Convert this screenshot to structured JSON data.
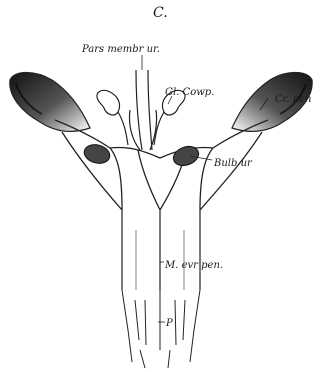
{
  "figure": {
    "panel_letter": "C.",
    "labels": {
      "pars_membr_ur": "Pars membr ur.",
      "gl_cowp": "Gl. Cowp.",
      "cr_pen": "Cr. pen",
      "bulb_ur": "Bulb ur",
      "m_evr_pen": "M. evr pen.",
      "p": "P"
    }
  }
}
